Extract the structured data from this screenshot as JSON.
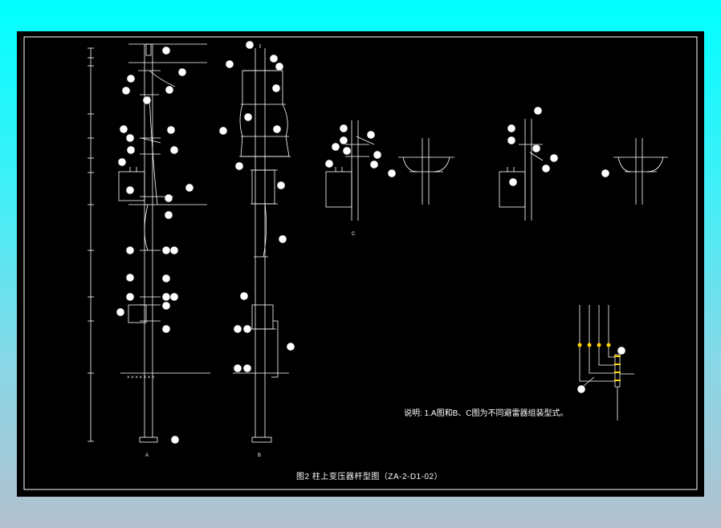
{
  "drawing": {
    "note": "说明: 1.A图和B、C图为不同避雷器组装型式。",
    "title": "图2 柱上变压器杆型图（ZA-2-D1-02）",
    "view_labels": [
      "A",
      "B",
      "C"
    ]
  },
  "colors": {
    "canvas": "#000000",
    "line": "#ffffff",
    "frame_outer": "#ffffff",
    "background_top": "#00ffff",
    "background_bottom": "#b2c0ce",
    "accent": "#ffd400"
  }
}
